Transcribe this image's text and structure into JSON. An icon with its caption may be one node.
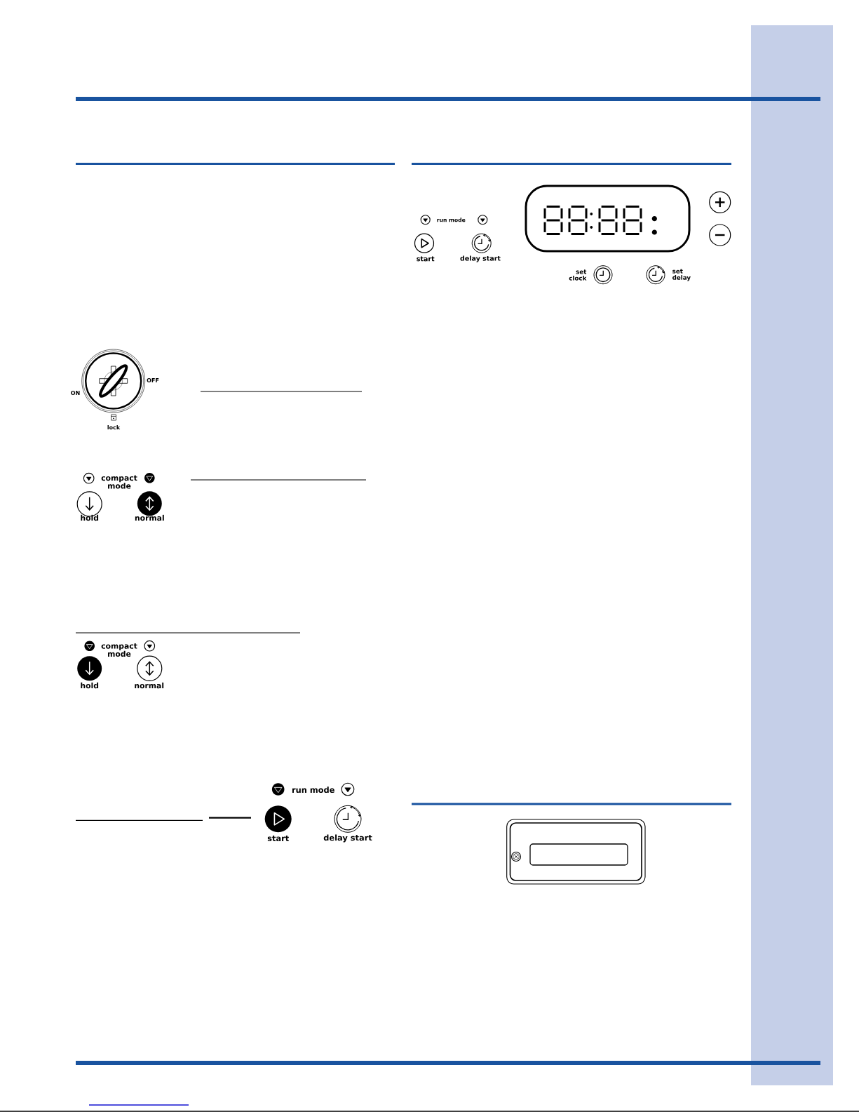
{
  "diagram": {
    "nodes": [
      {
        "text": [],
        "shape": "bar"
      }
    ],
    "labels": [
      "ON",
      "OFF",
      "lock",
      "compact mode",
      "hold",
      "normal",
      "compact mode",
      "hold",
      "normal",
      "run mode",
      "start",
      "delay start",
      "run mode",
      "start",
      "delay start",
      "set clock",
      "set delay"
    ]
  }
}
